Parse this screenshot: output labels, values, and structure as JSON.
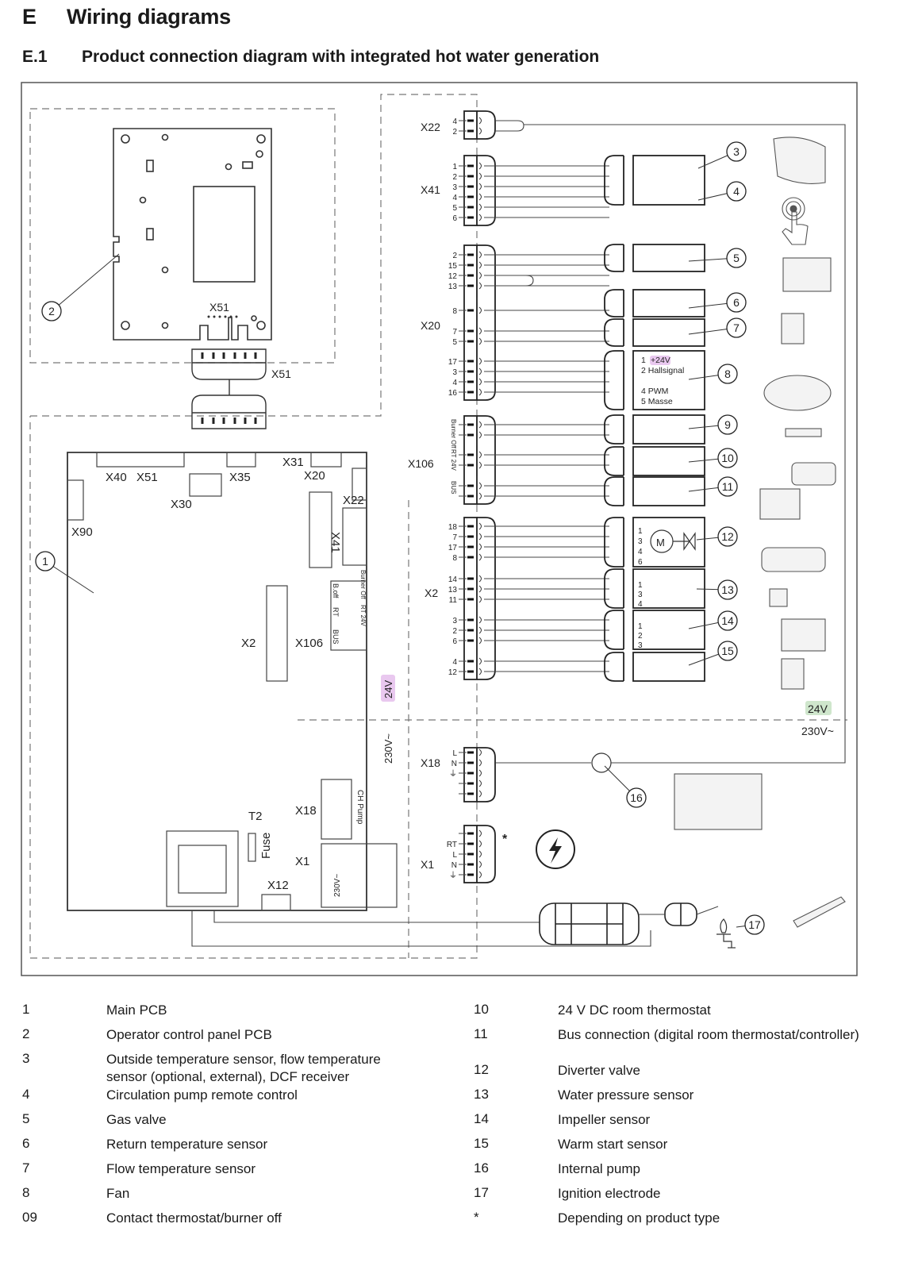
{
  "header": {
    "section_num": "E",
    "section_title": "Wiring diagrams",
    "subsection_num": "E.1",
    "subsection_title": "Product connection diagram with integrated hot water generation"
  },
  "diagram": {
    "connectors": {
      "X22": {
        "label": "X22",
        "pins": [
          "4",
          "2"
        ]
      },
      "X41": {
        "label": "X41",
        "pins": [
          "1",
          "2",
          "3",
          "4",
          "5",
          "6"
        ]
      },
      "X20": {
        "label": "X20",
        "pins": [
          "2",
          "15",
          "12",
          "13",
          "8",
          "7",
          "5",
          "17",
          "3",
          "4",
          "16"
        ]
      },
      "X106": {
        "label": "X106",
        "pin_groups": [
          "Burner Off",
          "RT 24V",
          "BUS"
        ]
      },
      "X2": {
        "label": "X2",
        "pins": [
          "18",
          "7",
          "17",
          "8",
          "14",
          "13",
          "11",
          "3",
          "2",
          "6",
          "4",
          "12"
        ]
      },
      "X18": {
        "label": "X18",
        "pins": [
          "L",
          "N",
          "⏚",
          "",
          ""
        ]
      },
      "X1": {
        "label": "X1",
        "pins": [
          "",
          "RT",
          "L",
          "N",
          "⏚"
        ]
      }
    },
    "fan_pins": [
      "1",
      "+24V",
      "2 Hallsignal",
      "4 PWM",
      "5 Masse"
    ],
    "valve_pins": [
      "1",
      "3",
      "4",
      "6"
    ],
    "sensor13_pins": [
      "1",
      "3",
      "4"
    ],
    "sensor14_pins": [
      "1",
      "2",
      "3"
    ],
    "motor_label": "M",
    "pcb_labels": {
      "X40": "X40",
      "X51a": "X51",
      "X30": "X30",
      "X35": "X35",
      "X31": "X31",
      "X20": "X20",
      "X22": "X22",
      "X41": "X41",
      "X90": "X90",
      "X2": "X2",
      "X106": "X106",
      "X18": "X18",
      "X1": "X1",
      "X12": "X12",
      "T2": "T2",
      "fuse": "Fuse",
      "ch_pump": "CH Pump",
      "b_off": "B.off",
      "rt": "RT",
      "bus": "BUS",
      "burner_off": "Burner Off",
      "rt24": "RT  24V",
      "v230": "230V~",
      "L": "L",
      "N": "N"
    },
    "panel_labels": {
      "X51_top": "X51",
      "X51_side": "X51"
    },
    "voltage_labels": {
      "low": "24V",
      "high": "230V~"
    },
    "colors": {
      "v24_magenta": "#e9c8ef",
      "v24_green": "#cfe6cc"
    },
    "callouts": [
      "1",
      "2",
      "3",
      "4",
      "5",
      "6",
      "7",
      "8",
      "9",
      "10",
      "11",
      "12",
      "13",
      "14",
      "15",
      "16",
      "17"
    ],
    "asterisk": "*"
  },
  "legend": {
    "left": [
      {
        "key": "1",
        "value": "Main PCB"
      },
      {
        "key": "2",
        "value": "Operator control panel PCB"
      },
      {
        "key": "3",
        "value": "Outside temperature sensor, flow temperature sensor (optional, external), DCF receiver"
      },
      {
        "key": "4",
        "value": "Circulation pump remote control"
      },
      {
        "key": "5",
        "value": "Gas valve"
      },
      {
        "key": "6",
        "value": "Return temperature sensor"
      },
      {
        "key": "7",
        "value": "Flow temperature sensor"
      },
      {
        "key": "8",
        "value": "Fan"
      },
      {
        "key": "09",
        "value": "Contact thermostat/burner off"
      }
    ],
    "right": [
      {
        "key": "10",
        "value": "24 V DC room thermostat"
      },
      {
        "key": "11",
        "value": "Bus connection (digital room thermostat/controller)"
      },
      {
        "key": "12",
        "value": "Diverter valve"
      },
      {
        "key": "13",
        "value": "Water pressure sensor"
      },
      {
        "key": "14",
        "value": "Impeller sensor"
      },
      {
        "key": "15",
        "value": "Warm start sensor"
      },
      {
        "key": "16",
        "value": "Internal pump"
      },
      {
        "key": "17",
        "value": "Ignition electrode"
      },
      {
        "key": "*",
        "value": "Depending on product type"
      }
    ]
  }
}
